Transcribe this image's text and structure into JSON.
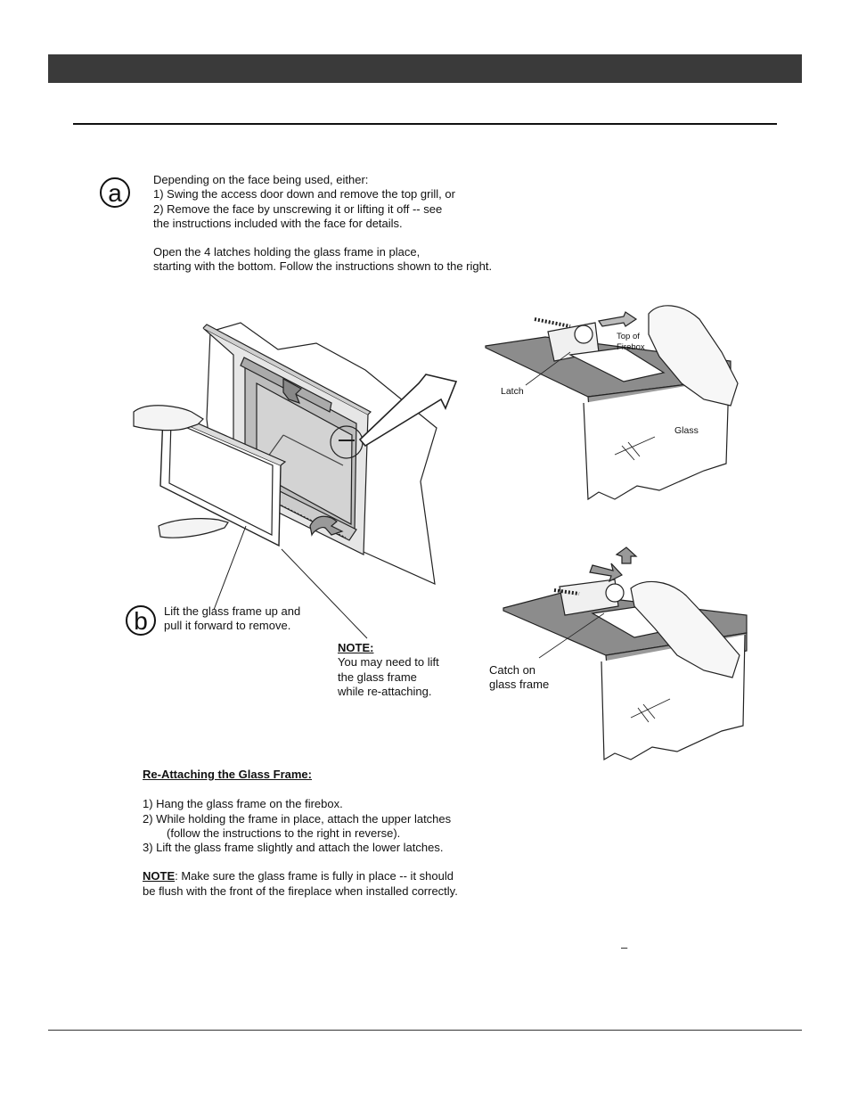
{
  "step_a": {
    "marker": "a",
    "lines": [
      "Depending on the face being used, either:",
      "1) Swing the access door down and remove the top grill, or",
      "2) Remove the face by unscrewing it or lifting it off -- see",
      "the instructions included with the face for details."
    ],
    "latch_lines": [
      "Open the 4 latches holding the glass frame in place,",
      "starting with the bottom. Follow the instructions shown to the right."
    ]
  },
  "step_b": {
    "marker": "b",
    "lines": [
      "Lift the glass frame up and",
      "pull it forward to remove."
    ]
  },
  "note_left": {
    "heading": "NOTE:",
    "lines": [
      "You may need to lift",
      "the glass frame",
      "while re-attaching."
    ]
  },
  "detail_top": {
    "top_of_firebox": [
      "Top of",
      "Firebox"
    ],
    "latch": "Latch",
    "glass": "Glass"
  },
  "detail_bottom": {
    "catch": [
      "Catch on",
      "glass frame"
    ]
  },
  "reattach": {
    "heading": "Re-Attaching the Glass Frame:",
    "steps": [
      "1) Hang the glass frame on the firebox.",
      "2) While holding the frame in place, attach the upper latches",
      "(follow the instructions to the right in reverse).",
      "3) Lift the glass frame slightly and attach the lower latches."
    ],
    "note_label": "NOTE",
    "note_lines": [
      ": Make sure the glass frame is fully in place -- it should",
      "be flush with the front of the fireplace when installed correctly."
    ]
  },
  "stray_mark": "–"
}
